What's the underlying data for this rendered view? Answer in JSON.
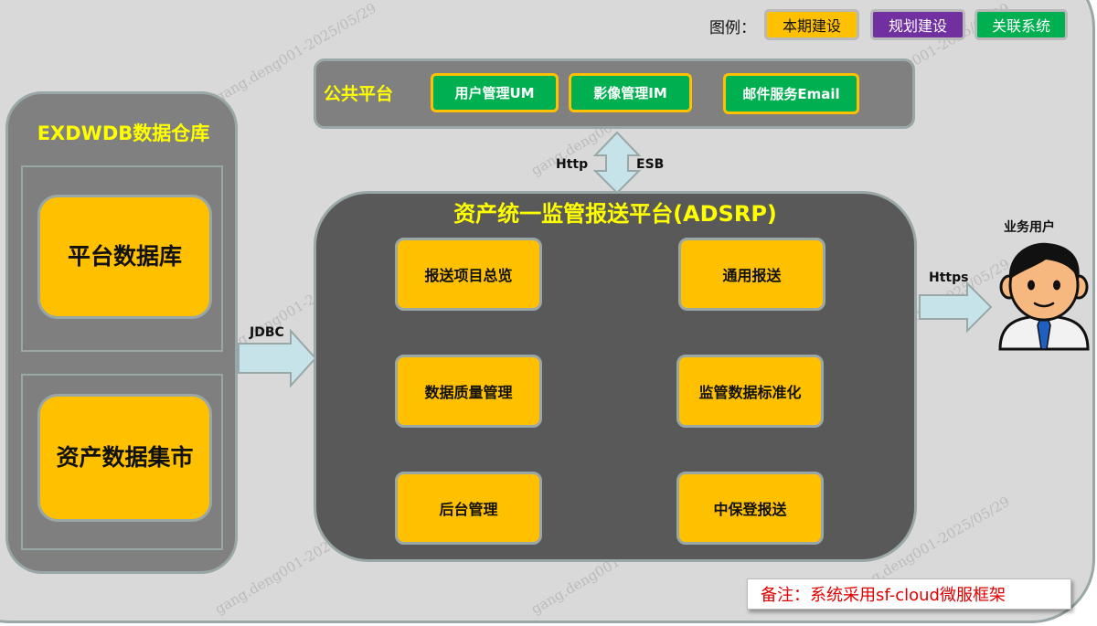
{
  "legend": {
    "label": "图例：",
    "items": [
      {
        "text": "本期建设",
        "color": "#ffc000"
      },
      {
        "text": "规划建设",
        "color": "#7030a0"
      },
      {
        "text": "关联系统",
        "color": "#00b050"
      }
    ]
  },
  "public_platform": {
    "title": "公共平台",
    "items": [
      "用户管理UM",
      "影像管理IM",
      "邮件服务Email"
    ]
  },
  "left_panel": {
    "title": "EXDWDB数据仓库",
    "db1": "平台数据库",
    "db2": "资产数据集市"
  },
  "main_platform": {
    "title": "资产统一监管报送平台(ADSRP)",
    "modules": [
      "报送项目总览",
      "通用报送",
      "数据质量管理",
      "监管数据标准化",
      "后台管理",
      "中保登报送"
    ]
  },
  "connections": {
    "http": "Http",
    "esb": "ESB",
    "jdbc": "JDBC",
    "https": "Https"
  },
  "user": {
    "label": "业务用户"
  },
  "note": "备注：系统采用sf-cloud微服框架",
  "watermark": "gang.deng001-2025/05/29",
  "colors": {
    "current": "#ffc000",
    "planned": "#7030a0",
    "related": "#00b050",
    "highlight": "#ffff00"
  }
}
